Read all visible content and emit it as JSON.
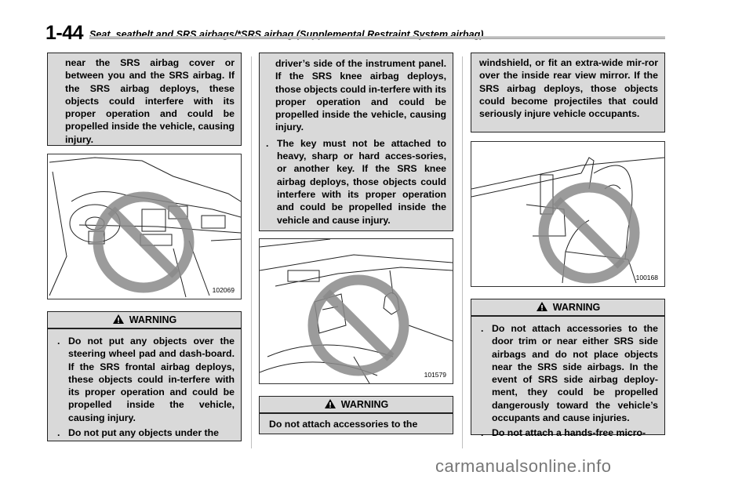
{
  "header": {
    "page_number": "1-44",
    "title": "Seat, seatbelt and SRS airbags/*SRS airbag (Supplemental Restraint System airbag)"
  },
  "col1": {
    "top_text": "near the SRS airbag cover or between you and the SRS airbag. If the SRS airbag deploys, these objects could interfere with its proper operation and could be propelled inside the vehicle, causing injury.",
    "figure_id": "102069",
    "warning_title": "WARNING",
    "bullets": [
      "Do not put any objects over the steering wheel pad and dash-board. If the SRS frontal airbag deploys, these objects could in-terfere with its proper operation and could be propelled inside the vehicle, causing injury.",
      "Do not put any objects under the"
    ]
  },
  "col2": {
    "top_text": "driver’s side of the instrument panel. If the SRS knee airbag deploys, those objects could in-terfere with its proper operation and could be propelled inside the vehicle, causing injury.",
    "bullet": "The key must not be attached to heavy, sharp or hard acces-sories, or another key. If the SRS knee airbag deploys, those objects could interfere with its proper operation and could be propelled inside the vehicle and cause injury.",
    "figure_id": "101579",
    "warning_title": "WARNING",
    "bottom_text": "Do not attach accessories to the"
  },
  "col3": {
    "top_text": "windshield, or fit an extra-wide mir-ror over the inside rear view mirror. If the SRS airbag deploys, those objects could become projectiles that could seriously injure vehicle occupants.",
    "figure_id": "100168",
    "warning_title": "WARNING",
    "bullets": [
      "Do not attach accessories to the door trim or near either SRS side airbags and do not place objects near the SRS side airbags. In the event of SRS side airbag deploy-ment, they could be propelled dangerously toward the vehicle’s occupants and cause injuries.",
      "Do not attach a hands-free micro-"
    ]
  },
  "icons": {
    "warning": "warning-triangle-icon",
    "prohibited": "prohibition-sign-icon"
  },
  "watermark": "carmanualsonline.info"
}
